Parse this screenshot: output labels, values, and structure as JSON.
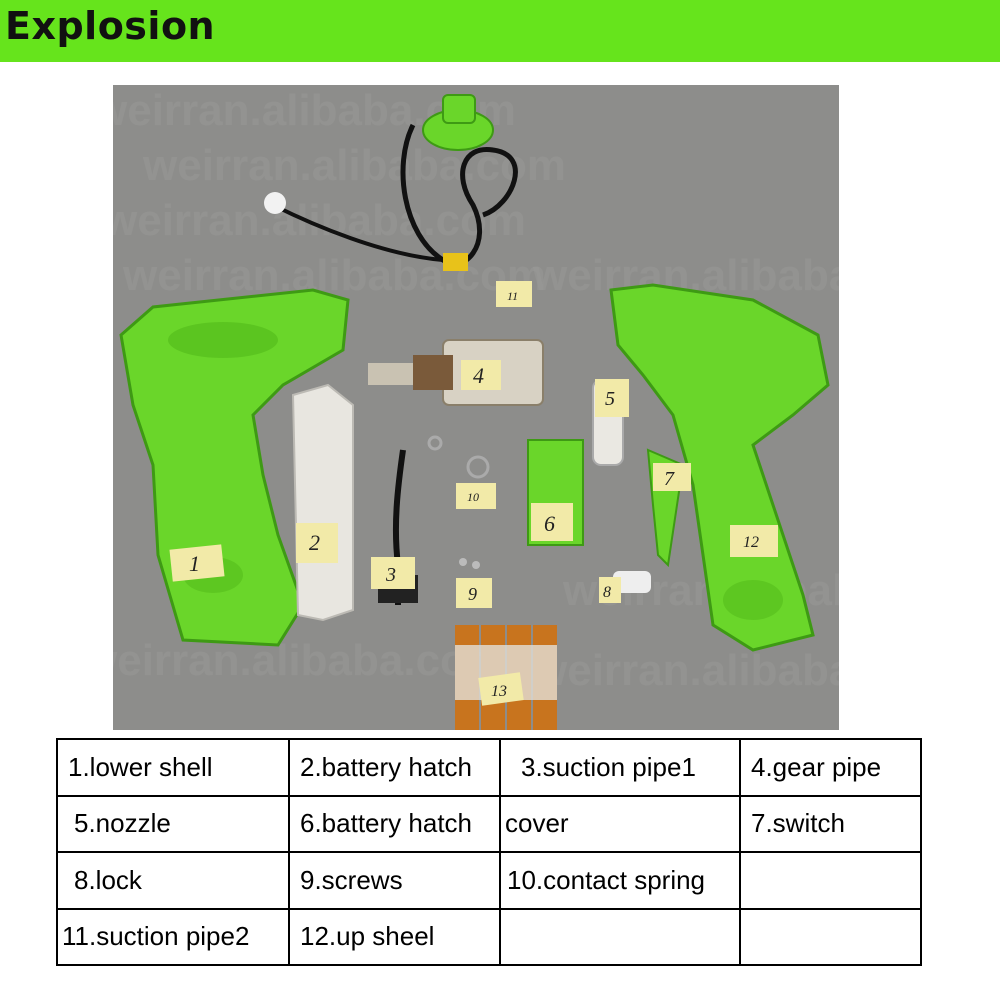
{
  "header": {
    "title": "Explosion"
  },
  "colors": {
    "banner": "#66e41c",
    "part_green": "#6ad62a",
    "photo_bg": "#8d8d8b",
    "tag": "#f2eaa8"
  },
  "photo": {
    "watermark": "weirran.alibaba.com",
    "tags": [
      "1",
      "2",
      "3",
      "4",
      "5",
      "6",
      "7",
      "8",
      "9",
      "10",
      "11",
      "12",
      "13"
    ]
  },
  "legend": {
    "rows": [
      [
        "1.lower shell",
        "2.battery hatch",
        "3.suction pipe1",
        "4.gear pipe"
      ],
      [
        "5.nozzle",
        "6.battery hatch",
        "cover",
        "7.switch"
      ],
      [
        "8.lock",
        "9.screws",
        "10.contact spring",
        ""
      ],
      [
        "11.suction pipe2",
        "12.up sheel",
        "",
        ""
      ]
    ]
  }
}
